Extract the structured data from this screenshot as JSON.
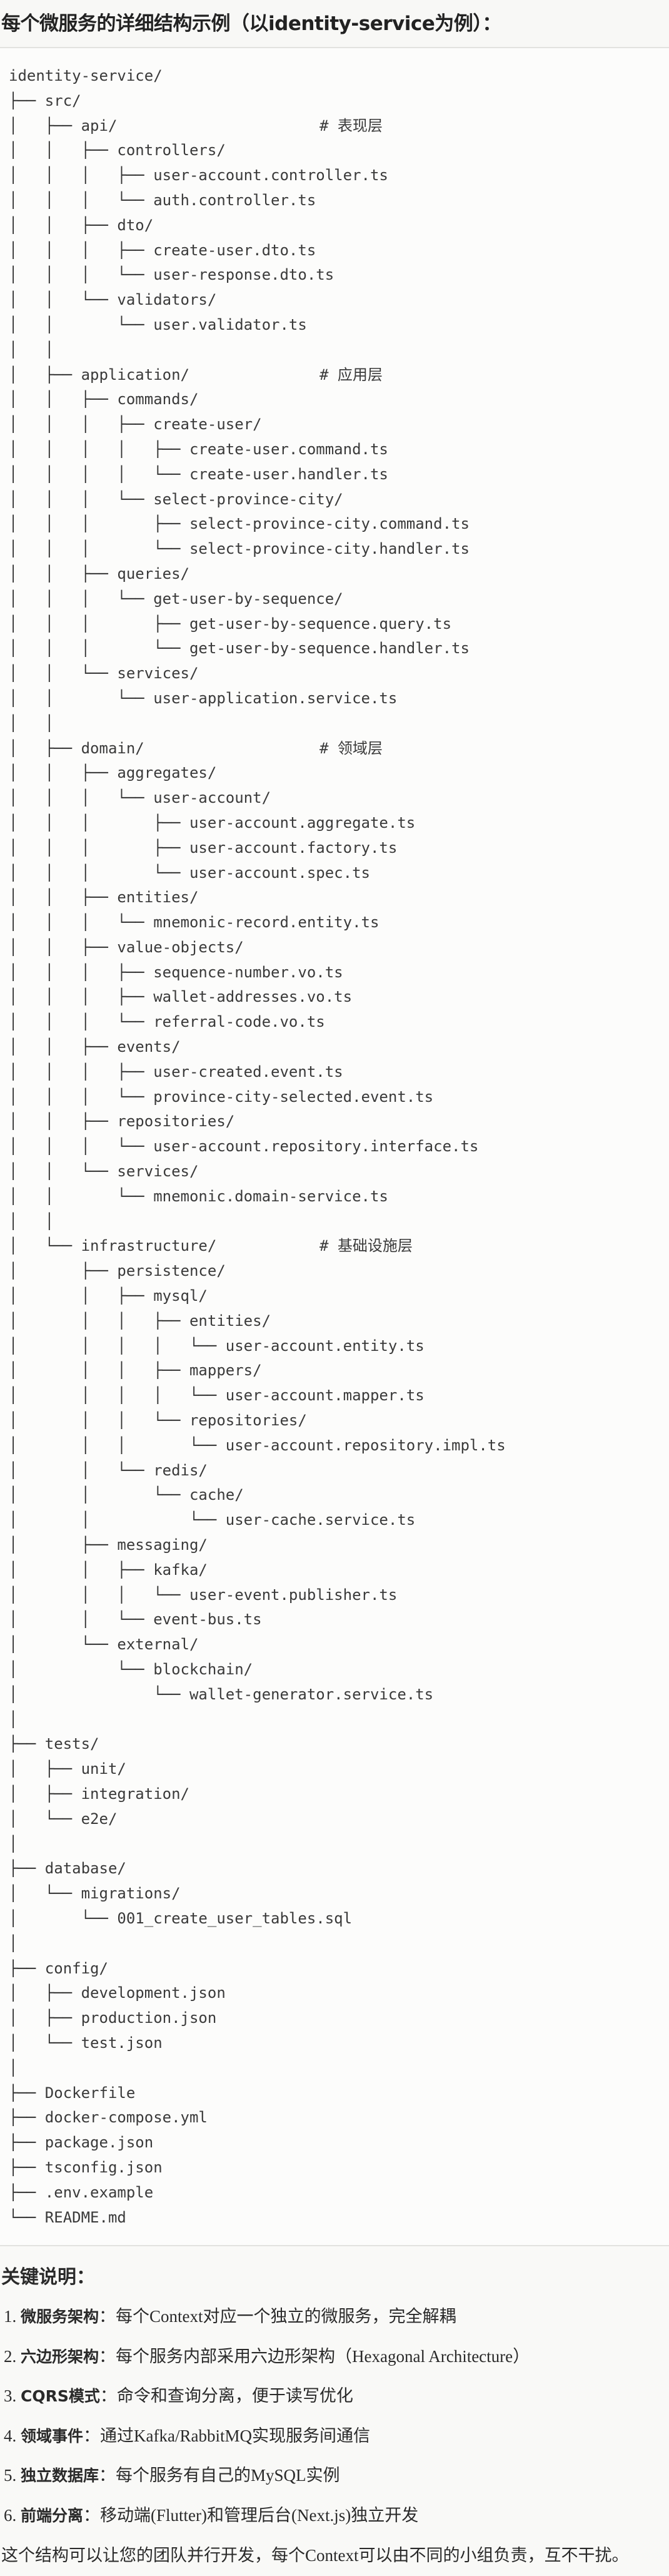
{
  "title": "每个微服务的详细结构示例（以identity-service为例）：",
  "tree": [
    {
      "branch": "",
      "name": "identity-service/",
      "comment": ""
    },
    {
      "branch": "├── ",
      "name": "src/",
      "comment": ""
    },
    {
      "branch": "│   ├── ",
      "name": "api/",
      "comment": "# 表现层"
    },
    {
      "branch": "│   │   ├── ",
      "name": "controllers/",
      "comment": ""
    },
    {
      "branch": "│   │   │   ├── ",
      "name": "user-account.controller.ts",
      "comment": ""
    },
    {
      "branch": "│   │   │   └── ",
      "name": "auth.controller.ts",
      "comment": ""
    },
    {
      "branch": "│   │   ├── ",
      "name": "dto/",
      "comment": ""
    },
    {
      "branch": "│   │   │   ├── ",
      "name": "create-user.dto.ts",
      "comment": ""
    },
    {
      "branch": "│   │   │   └── ",
      "name": "user-response.dto.ts",
      "comment": ""
    },
    {
      "branch": "│   │   └── ",
      "name": "validators/",
      "comment": ""
    },
    {
      "branch": "│   │       └── ",
      "name": "user.validator.ts",
      "comment": ""
    },
    {
      "branch": "│   │",
      "name": "",
      "comment": ""
    },
    {
      "branch": "│   ├── ",
      "name": "application/",
      "comment": "# 应用层"
    },
    {
      "branch": "│   │   ├── ",
      "name": "commands/",
      "comment": ""
    },
    {
      "branch": "│   │   │   ├── ",
      "name": "create-user/",
      "comment": ""
    },
    {
      "branch": "│   │   │   │   ├── ",
      "name": "create-user.command.ts",
      "comment": ""
    },
    {
      "branch": "│   │   │   │   └── ",
      "name": "create-user.handler.ts",
      "comment": ""
    },
    {
      "branch": "│   │   │   └── ",
      "name": "select-province-city/",
      "comment": ""
    },
    {
      "branch": "│   │   │       ├── ",
      "name": "select-province-city.command.ts",
      "comment": ""
    },
    {
      "branch": "│   │   │       └── ",
      "name": "select-province-city.handler.ts",
      "comment": ""
    },
    {
      "branch": "│   │   ├── ",
      "name": "queries/",
      "comment": ""
    },
    {
      "branch": "│   │   │   └── ",
      "name": "get-user-by-sequence/",
      "comment": ""
    },
    {
      "branch": "│   │   │       ├── ",
      "name": "get-user-by-sequence.query.ts",
      "comment": ""
    },
    {
      "branch": "│   │   │       └── ",
      "name": "get-user-by-sequence.handler.ts",
      "comment": ""
    },
    {
      "branch": "│   │   └── ",
      "name": "services/",
      "comment": ""
    },
    {
      "branch": "│   │       └── ",
      "name": "user-application.service.ts",
      "comment": ""
    },
    {
      "branch": "│   │",
      "name": "",
      "comment": ""
    },
    {
      "branch": "│   ├── ",
      "name": "domain/",
      "comment": "# 领域层"
    },
    {
      "branch": "│   │   ├── ",
      "name": "aggregates/",
      "comment": ""
    },
    {
      "branch": "│   │   │   └── ",
      "name": "user-account/",
      "comment": ""
    },
    {
      "branch": "│   │   │       ├── ",
      "name": "user-account.aggregate.ts",
      "comment": ""
    },
    {
      "branch": "│   │   │       ├── ",
      "name": "user-account.factory.ts",
      "comment": ""
    },
    {
      "branch": "│   │   │       └── ",
      "name": "user-account.spec.ts",
      "comment": ""
    },
    {
      "branch": "│   │   ├── ",
      "name": "entities/",
      "comment": ""
    },
    {
      "branch": "│   │   │   └── ",
      "name": "mnemonic-record.entity.ts",
      "comment": ""
    },
    {
      "branch": "│   │   ├── ",
      "name": "value-objects/",
      "comment": ""
    },
    {
      "branch": "│   │   │   ├── ",
      "name": "sequence-number.vo.ts",
      "comment": ""
    },
    {
      "branch": "│   │   │   ├── ",
      "name": "wallet-addresses.vo.ts",
      "comment": ""
    },
    {
      "branch": "│   │   │   └── ",
      "name": "referral-code.vo.ts",
      "comment": ""
    },
    {
      "branch": "│   │   ├── ",
      "name": "events/",
      "comment": ""
    },
    {
      "branch": "│   │   │   ├── ",
      "name": "user-created.event.ts",
      "comment": ""
    },
    {
      "branch": "│   │   │   └── ",
      "name": "province-city-selected.event.ts",
      "comment": ""
    },
    {
      "branch": "│   │   ├── ",
      "name": "repositories/",
      "comment": ""
    },
    {
      "branch": "│   │   │   └── ",
      "name": "user-account.repository.interface.ts",
      "comment": ""
    },
    {
      "branch": "│   │   └── ",
      "name": "services/",
      "comment": ""
    },
    {
      "branch": "│   │       └── ",
      "name": "mnemonic.domain-service.ts",
      "comment": ""
    },
    {
      "branch": "│   │",
      "name": "",
      "comment": ""
    },
    {
      "branch": "│   └── ",
      "name": "infrastructure/",
      "comment": "# 基础设施层"
    },
    {
      "branch": "│       ├── ",
      "name": "persistence/",
      "comment": ""
    },
    {
      "branch": "│       │   ├── ",
      "name": "mysql/",
      "comment": ""
    },
    {
      "branch": "│       │   │   ├── ",
      "name": "entities/",
      "comment": ""
    },
    {
      "branch": "│       │   │   │   └── ",
      "name": "user-account.entity.ts",
      "comment": ""
    },
    {
      "branch": "│       │   │   ├── ",
      "name": "mappers/",
      "comment": ""
    },
    {
      "branch": "│       │   │   │   └── ",
      "name": "user-account.mapper.ts",
      "comment": ""
    },
    {
      "branch": "│       │   │   └── ",
      "name": "repositories/",
      "comment": ""
    },
    {
      "branch": "│       │   │       └── ",
      "name": "user-account.repository.impl.ts",
      "comment": ""
    },
    {
      "branch": "│       │   └── ",
      "name": "redis/",
      "comment": ""
    },
    {
      "branch": "│       │       └── ",
      "name": "cache/",
      "comment": ""
    },
    {
      "branch": "│       │           └── ",
      "name": "user-cache.service.ts",
      "comment": ""
    },
    {
      "branch": "│       ├── ",
      "name": "messaging/",
      "comment": ""
    },
    {
      "branch": "│       │   ├── ",
      "name": "kafka/",
      "comment": ""
    },
    {
      "branch": "│       │   │   └── ",
      "name": "user-event.publisher.ts",
      "comment": ""
    },
    {
      "branch": "│       │   └── ",
      "name": "event-bus.ts",
      "comment": ""
    },
    {
      "branch": "│       └── ",
      "name": "external/",
      "comment": ""
    },
    {
      "branch": "│           └── ",
      "name": "blockchain/",
      "comment": ""
    },
    {
      "branch": "│               └── ",
      "name": "wallet-generator.service.ts",
      "comment": ""
    },
    {
      "branch": "│",
      "name": "",
      "comment": ""
    },
    {
      "branch": "├── ",
      "name": "tests/",
      "comment": ""
    },
    {
      "branch": "│   ├── ",
      "name": "unit/",
      "comment": ""
    },
    {
      "branch": "│   ├── ",
      "name": "integration/",
      "comment": ""
    },
    {
      "branch": "│   └── ",
      "name": "e2e/",
      "comment": ""
    },
    {
      "branch": "│",
      "name": "",
      "comment": ""
    },
    {
      "branch": "├── ",
      "name": "database/",
      "comment": ""
    },
    {
      "branch": "│   └── ",
      "name": "migrations/",
      "comment": ""
    },
    {
      "branch": "│       └── ",
      "name": "001_create_user_tables.sql",
      "comment": ""
    },
    {
      "branch": "│",
      "name": "",
      "comment": ""
    },
    {
      "branch": "├── ",
      "name": "config/",
      "comment": ""
    },
    {
      "branch": "│   ├── ",
      "name": "development.json",
      "comment": ""
    },
    {
      "branch": "│   ├── ",
      "name": "production.json",
      "comment": ""
    },
    {
      "branch": "│   └── ",
      "name": "test.json",
      "comment": ""
    },
    {
      "branch": "│",
      "name": "",
      "comment": ""
    },
    {
      "branch": "├── ",
      "name": "Dockerfile",
      "comment": ""
    },
    {
      "branch": "├── ",
      "name": "docker-compose.yml",
      "comment": ""
    },
    {
      "branch": "├── ",
      "name": "package.json",
      "comment": ""
    },
    {
      "branch": "├── ",
      "name": "tsconfig.json",
      "comment": ""
    },
    {
      "branch": "├── ",
      "name": ".env.example",
      "comment": ""
    },
    {
      "branch": "└── ",
      "name": "README.md",
      "comment": ""
    }
  ],
  "notes": {
    "title": "关键说明：",
    "items": [
      {
        "num": "1. ",
        "term": "微服务架构",
        "text": "：每个Context对应一个独立的微服务，完全解耦"
      },
      {
        "num": "2. ",
        "term": "六边形架构",
        "text": "：每个服务内部采用六边形架构（Hexagonal Architecture）"
      },
      {
        "num": "3. ",
        "term": "CQRS模式",
        "text": "：命令和查询分离，便于读写优化"
      },
      {
        "num": "4. ",
        "term": "领域事件",
        "text": "：通过Kafka/RabbitMQ实现服务间通信"
      },
      {
        "num": "5. ",
        "term": "独立数据库",
        "text": "：每个服务有自己的MySQL实例"
      },
      {
        "num": "6. ",
        "term": "前端分离",
        "text": "：移动端(Flutter)和管理后台(Next.js)独立开发"
      }
    ],
    "summary": "这个结构可以让您的团队并行开发，每个Context可以由不同的小组负责，互不干扰。"
  }
}
